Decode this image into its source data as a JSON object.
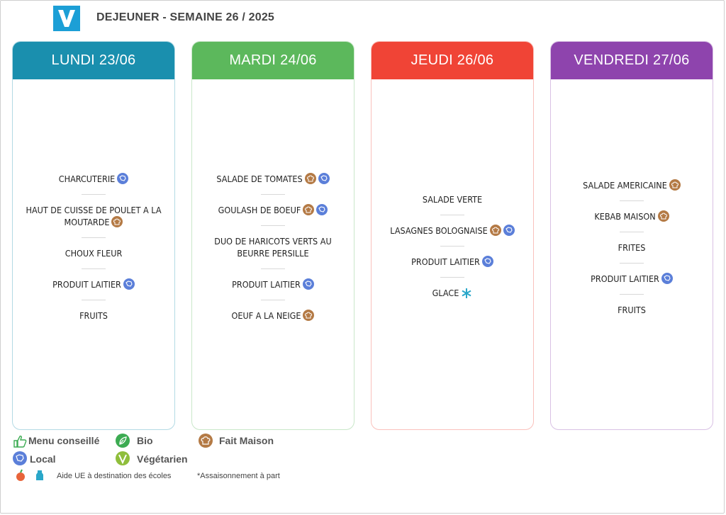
{
  "header": {
    "title": "DEJEUNER - SEMAINE 26 / 2025"
  },
  "colors": {
    "monday": "#1a8fae",
    "tuesday": "#5cb85c",
    "thursday": "#f04436",
    "friday": "#8e44ad",
    "local": "#5b7fd9",
    "fait_maison": "#b47a45",
    "bio": "#3cab52",
    "vegetarien": "#8fbe3b"
  },
  "days": [
    {
      "label": "LUNDI 23/06",
      "dishes": [
        {
          "name": "CHARCUTERIE",
          "badges": [
            "local-icon"
          ]
        },
        {
          "name": "HAUT DE CUISSE DE POULET A LA MOUTARDE",
          "badges": [
            "fait-maison-icon"
          ]
        },
        {
          "name": "CHOUX FLEUR",
          "badges": []
        },
        {
          "name": "PRODUIT LAITIER",
          "badges": [
            "local-icon"
          ]
        },
        {
          "name": "FRUITS",
          "badges": []
        }
      ]
    },
    {
      "label": "MARDI 24/06",
      "dishes": [
        {
          "name": "SALADE DE TOMATES",
          "badges": [
            "fait-maison-icon",
            "local-icon"
          ]
        },
        {
          "name": "GOULASH DE BOEUF",
          "badges": [
            "fait-maison-icon",
            "local-icon"
          ]
        },
        {
          "name": "DUO DE HARICOTS VERTS AU BEURRE PERSILLE",
          "badges": []
        },
        {
          "name": "PRODUIT LAITIER",
          "badges": [
            "local-icon"
          ]
        },
        {
          "name": "OEUF A LA NEIGE",
          "badges": [
            "fait-maison-icon"
          ]
        }
      ]
    },
    {
      "label": "JEUDI 26/06",
      "dishes": [
        {
          "name": "SALADE VERTE",
          "badges": []
        },
        {
          "name": "LASAGNES BOLOGNAISE",
          "badges": [
            "fait-maison-icon",
            "local-icon"
          ]
        },
        {
          "name": "PRODUIT LAITIER",
          "badges": [
            "local-icon"
          ]
        },
        {
          "name": "GLACE",
          "badges": [
            "ue-school-aid-icon"
          ]
        }
      ]
    },
    {
      "label": "VENDREDI 27/06",
      "dishes": [
        {
          "name": "SALADE AMERICAINE",
          "badges": [
            "fait-maison-icon"
          ]
        },
        {
          "name": "KEBAB MAISON",
          "badges": [
            "fait-maison-icon"
          ]
        },
        {
          "name": "FRITES",
          "badges": []
        },
        {
          "name": "PRODUIT LAITIER",
          "badges": [
            "local-icon"
          ]
        },
        {
          "name": "FRUITS",
          "badges": []
        }
      ]
    }
  ],
  "legend": {
    "menu_conseille": "Menu conseillé",
    "bio": "Bio",
    "fait_maison": "Fait Maison",
    "local": "Local",
    "vegetarien": "Végétarien",
    "aide_ue": "Aide UE à destination des écoles",
    "assaisonnement": "*Assaisonnement à part"
  }
}
